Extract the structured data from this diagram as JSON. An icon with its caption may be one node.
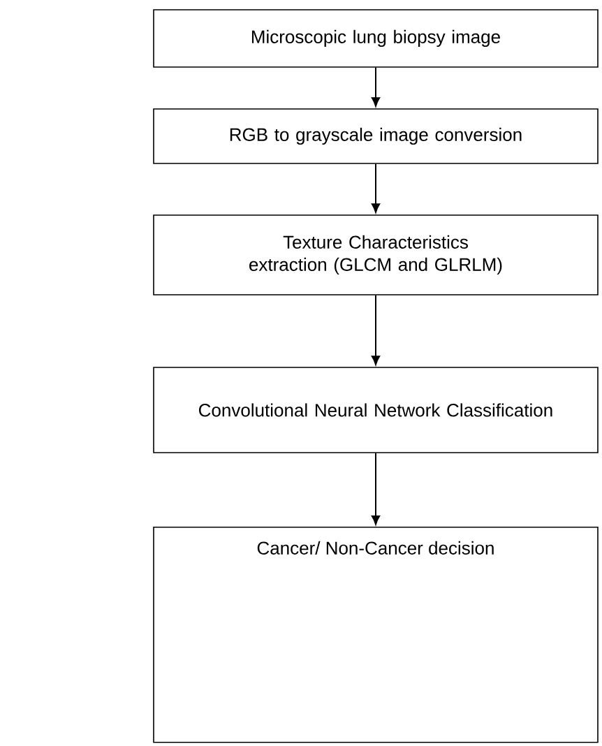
{
  "diagram": {
    "nodes": [
      {
        "text": [
          "Microscopic lung biopsy image"
        ]
      },
      {
        "text": [
          "RGB to grayscale image conversion"
        ]
      },
      {
        "text": [
          "Texture Characteristics extraction (GLCM and GLRLM)"
        ]
      },
      {
        "text": [
          "Convolutional Neural Network Classification"
        ]
      },
      {
        "text": [
          "Cancer/ Non-Cancer decision"
        ]
      }
    ],
    "edges": [
      {
        "from": 0,
        "to": 1,
        "arrow": "to"
      },
      {
        "from": 1,
        "to": 2,
        "arrow": "to"
      },
      {
        "from": 2,
        "to": 3,
        "arrow": "to"
      },
      {
        "from": 3,
        "to": 4,
        "arrow": "to"
      }
    ]
  }
}
